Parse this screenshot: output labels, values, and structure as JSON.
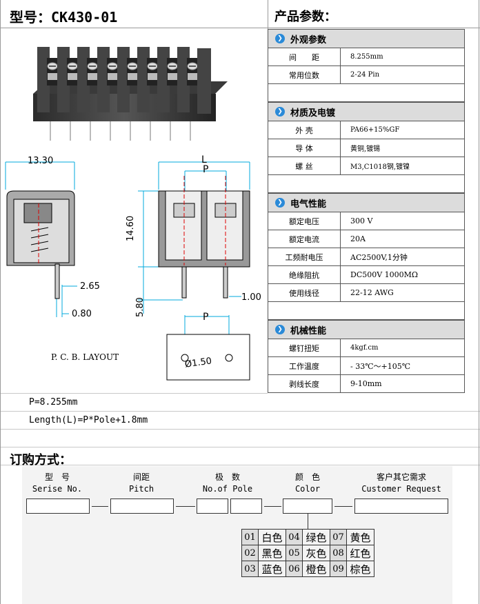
{
  "header": {
    "model_title": "型号：CK430-01",
    "params_title": "产品参数："
  },
  "sections": [
    {
      "title": "外观参数",
      "rows": [
        {
          "k": "间　　距",
          "v": "8.255mm"
        },
        {
          "k": "常用位数",
          "v": "2-24 Pin"
        }
      ]
    },
    {
      "title": "材质及电镀",
      "rows": [
        {
          "k": "外 壳",
          "v": "PA66+15%GF"
        },
        {
          "k": "导 体",
          "v": "黄铜,镀锡"
        },
        {
          "k": "螺 丝",
          "v": "M3,C1018钢,镀镍"
        }
      ]
    },
    {
      "title": "电气性能",
      "rows": [
        {
          "k": "额定电压",
          "v": "300 V"
        },
        {
          "k": "额定电流",
          "v": "20A"
        },
        {
          "k": "工频耐电压",
          "v": "AC2500V,1分钟"
        },
        {
          "k": "绝缘阻抗",
          "v": "DC500V 1000MΩ"
        },
        {
          "k": "使用线径",
          "v": "22-12 AWG"
        }
      ]
    },
    {
      "title": "机械性能",
      "rows": [
        {
          "k": "螺钉扭矩",
          "v": "4kgf.cm"
        },
        {
          "k": "工作温度",
          "v": "- 33℃～+105℃"
        },
        {
          "k": "剥线长度",
          "v": "9-10mm"
        }
      ]
    }
  ],
  "drawing": {
    "dim_width": "13.30",
    "dim_l": "L",
    "dim_p": "P",
    "dim_p2": "P",
    "dim_height": "14.60",
    "dim_pin_len": "5.80",
    "dim_265": "2.65",
    "dim_080": "0.80",
    "dim_100": "1.00",
    "dim_hole": "Ø1.50",
    "pcb_layout": "P. C. B. LAYOUT"
  },
  "notes": {
    "pitch": "P=8.255mm",
    "length": "Length(L)=P*Pole+1.8mm"
  },
  "order": {
    "title": "订购方式：",
    "fields": [
      {
        "cn": "型　号",
        "en": "Serise No."
      },
      {
        "cn": "间距",
        "en": "Pitch"
      },
      {
        "cn": "极　数",
        "en": "No.of Pole"
      },
      {
        "cn": "颜　色",
        "en": "Color"
      },
      {
        "cn": "客户其它需求",
        "en": "Customer Request"
      }
    ],
    "colors": [
      [
        {
          "n": "01",
          "c": "白色"
        },
        {
          "n": "04",
          "c": "绿色"
        },
        {
          "n": "07",
          "c": "黄色"
        }
      ],
      [
        {
          "n": "02",
          "c": "黑色"
        },
        {
          "n": "05",
          "c": "灰色"
        },
        {
          "n": "08",
          "c": "红色"
        }
      ],
      [
        {
          "n": "03",
          "c": "蓝色"
        },
        {
          "n": "06",
          "c": "橙色"
        },
        {
          "n": "09",
          "c": "棕色"
        }
      ]
    ]
  }
}
